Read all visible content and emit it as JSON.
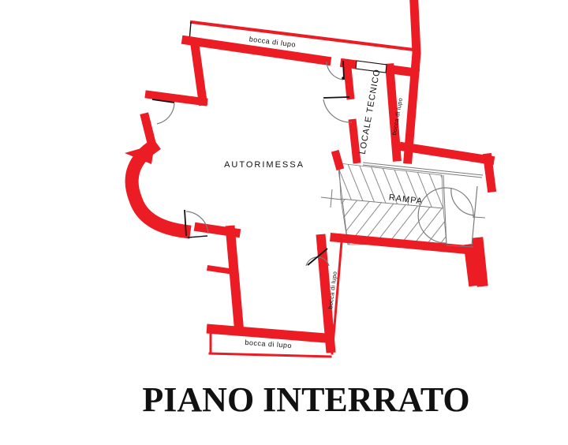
{
  "title": "PIANO INTERRATO",
  "colors": {
    "wall_red": "#ec1c24",
    "line_gray": "#7a7a7a",
    "hatch_gray": "#8a8a8a",
    "text_black": "#111111",
    "background": "#ffffff"
  },
  "labels": {
    "garage": "AUTORIMESSA",
    "technical_room": "LOCALE TECNICO",
    "ramp": "RAMPA",
    "light_well_top": "bocca di lupo",
    "light_well_right": "bocca di lupo",
    "light_well_bottom": "bocca di lupo",
    "light_well_bottom_right": "bocca di lupo"
  }
}
